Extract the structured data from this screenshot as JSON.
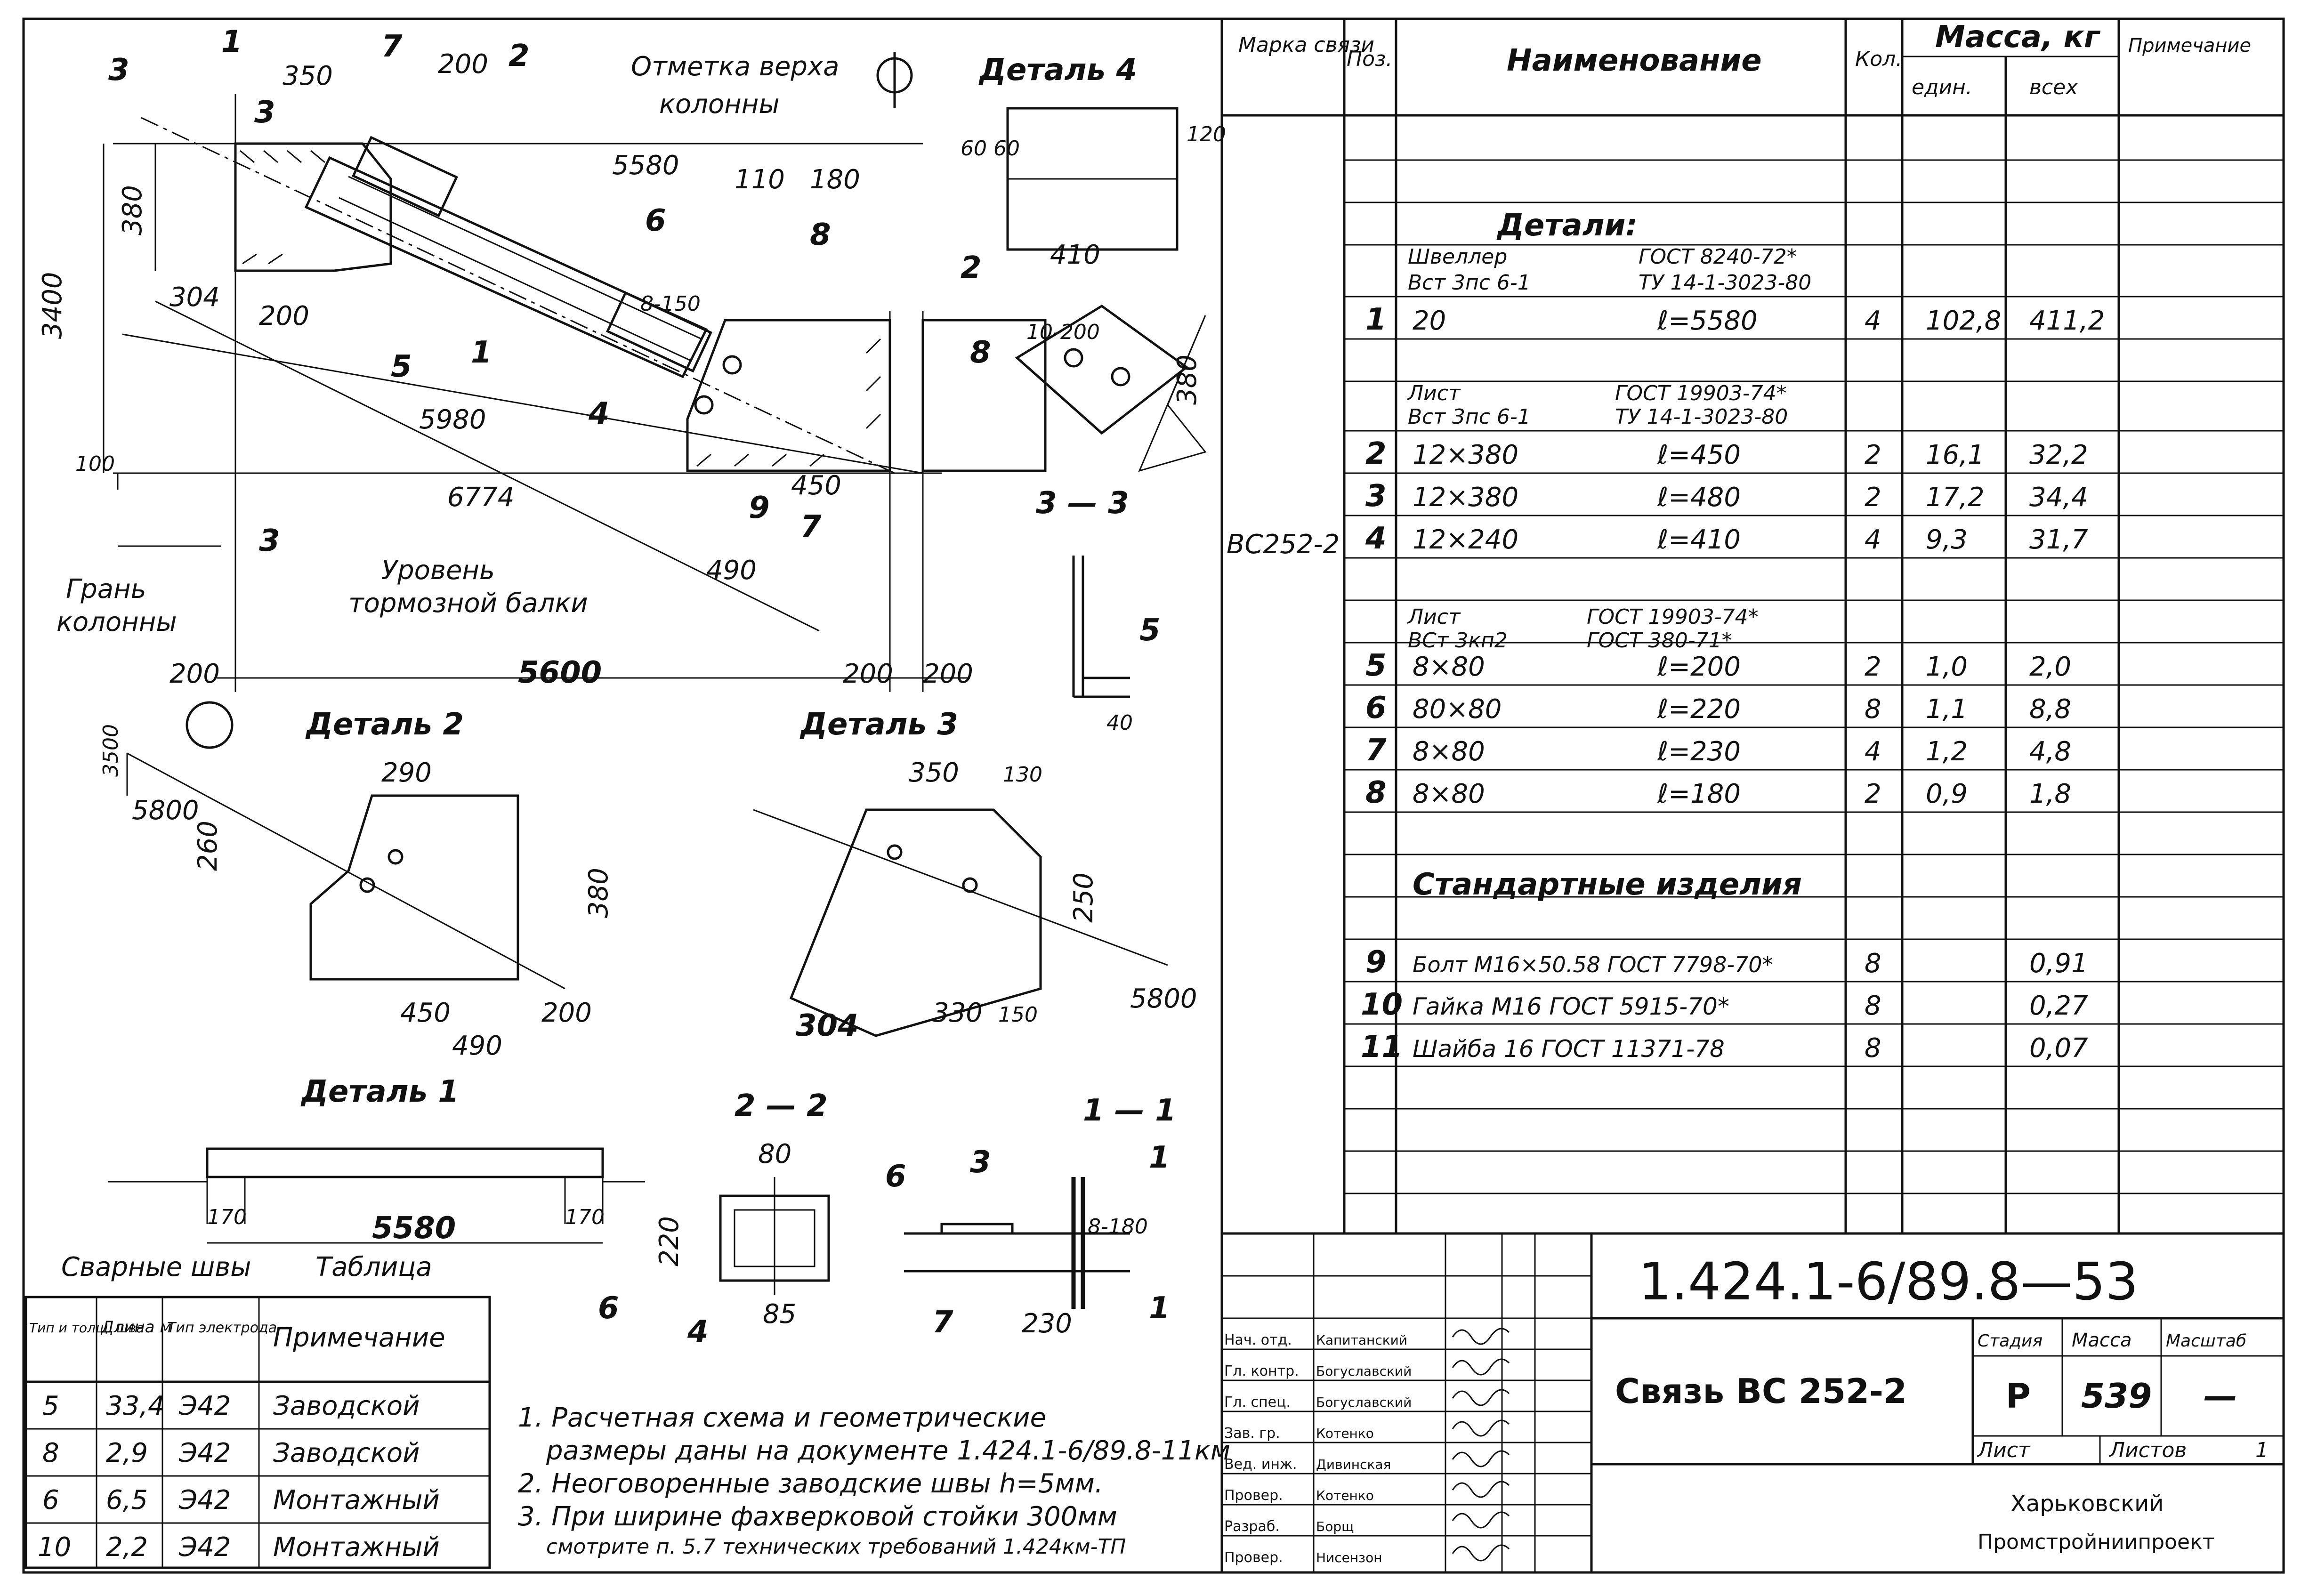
{
  "drawing": {
    "section_marks": {
      "s1_top": "1",
      "s2_top": "2",
      "s3_top": "3",
      "s3_bottom": "3"
    },
    "labels": {
      "column_top": "Отметка верха",
      "column_top_2": "колонны",
      "column_face": "Грань",
      "column_face_2": "колонны",
      "brake_beam": "Уровень",
      "brake_beam_2": "тормозной балки",
      "detail4": "Деталь 4",
      "detail2": "Деталь 2",
      "detail3": "Деталь 3",
      "detail1": "Деталь 1",
      "section33": "3 — 3",
      "section22": "2 — 2",
      "section11": "1 — 1"
    },
    "dims": {
      "d350": "350",
      "d200a": "200",
      "d5580": "5580",
      "d380": "380",
      "d3400": "3400",
      "d304": "304",
      "d200b": "200",
      "d5980": "5980",
      "d6774": "6774",
      "d110": "110",
      "d180": "180",
      "d450": "450",
      "d490": "490",
      "d100": "100",
      "d200c": "200",
      "d5600": "5600",
      "d200d": "200",
      "d200e": "200",
      "d40": "40",
      "d410": "410",
      "d120": "120",
      "d6060": "60 60",
      "d380b": "380",
      "d290": "290",
      "d3500": "3500",
      "d5800": "5800",
      "d260": "260",
      "d380c": "380",
      "d450b": "450",
      "d200f": "200",
      "d490b": "490",
      "d350b": "350",
      "d130": "130",
      "d250": "250",
      "d304b": "304",
      "d330": "330",
      "d150": "150",
      "d5580b": "5580",
      "d170a": "170",
      "d170b": "170",
      "d80": "80",
      "d220": "220",
      "d85": "85",
      "d230": "230",
      "d8180": "8-180",
      "d8150": "8-150",
      "d10200": "10-200"
    },
    "pos_marks": [
      "1",
      "2",
      "3",
      "4",
      "5",
      "6",
      "7",
      "8",
      "9"
    ],
    "weld_marks": [
      "6",
      "6",
      "6",
      "5",
      "8"
    ]
  },
  "weld_table": {
    "title_left": "Сварные швы",
    "title_right": "Таблица",
    "headers": [
      "Тип и толщ. шва",
      "Длина м",
      "Тип электрода",
      "Примечание"
    ],
    "rows": [
      [
        "5",
        "33,4",
        "Э42",
        "Заводской"
      ],
      [
        "8",
        "2,9",
        "Э42",
        "Заводской"
      ],
      [
        "6",
        "6,5",
        "Э42",
        "Монтажный"
      ],
      [
        "10",
        "2,2",
        "Э42",
        "Монтажный"
      ]
    ]
  },
  "notes": [
    "1. Расчетная схема и геометрические",
    "размеры даны на документе 1.424.1-6/89.8-11км",
    "2. Неоговоренные заводские швы h=5мм.",
    "3. При ширине фахверковой стойки 300мм",
    "смотрите п. 5.7 технических требований 1.424км-ТП"
  ],
  "spec": {
    "headers": {
      "mark": "Марка связи",
      "pos": "Поз.",
      "name": "Наименование",
      "qty": "Кол.",
      "mass": "Масса, кг",
      "unit": "един.",
      "all": "всех",
      "note": "Примечание"
    },
    "mark": "ВС252-2",
    "details_title": "Детали:",
    "channel": {
      "name": "Швеллер",
      "grade": "Вст 3пс 6-1",
      "gost": "ГОСТ 8240-72*",
      "tu": "ТУ 14-1-3023-80"
    },
    "sheet1": {
      "name": "Лист",
      "grade": "Вст 3пс 6-1",
      "gost": "ГОСТ 19903-74*",
      "tu": "ТУ 14-1-3023-80"
    },
    "sheet2": {
      "name": "Лист",
      "grade": "ВСт 3кп2",
      "gost": "ГОСТ 19903-74*",
      "tu": "ГОСТ 380-71*"
    },
    "std_title": "Стандартные изделия",
    "rows": [
      {
        "pos": "1",
        "name": "20",
        "len": "ℓ=5580",
        "qty": "4",
        "unit": "102,8",
        "all": "411,2"
      },
      {
        "pos": "2",
        "name": "12×380",
        "len": "ℓ=450",
        "qty": "2",
        "unit": "16,1",
        "all": "32,2"
      },
      {
        "pos": "3",
        "name": "12×380",
        "len": "ℓ=480",
        "qty": "2",
        "unit": "17,2",
        "all": "34,4"
      },
      {
        "pos": "4",
        "name": "12×240",
        "len": "ℓ=410",
        "qty": "4",
        "unit": "9,3",
        "all": "31,7"
      },
      {
        "pos": "5",
        "name": "8×80",
        "len": "ℓ=200",
        "qty": "2",
        "unit": "1,0",
        "all": "2,0"
      },
      {
        "pos": "6",
        "name": "80×80",
        "len": "ℓ=220",
        "qty": "8",
        "unit": "1,1",
        "all": "8,8"
      },
      {
        "pos": "7",
        "name": "8×80",
        "len": "ℓ=230",
        "qty": "4",
        "unit": "1,2",
        "all": "4,8"
      },
      {
        "pos": "8",
        "name": "8×80",
        "len": "ℓ=180",
        "qty": "2",
        "unit": "0,9",
        "all": "1,8"
      },
      {
        "pos": "9",
        "name": "Болт М16×50.58  ГОСТ 7798-70*",
        "len": "",
        "qty": "8",
        "unit": "",
        "all": "0,91"
      },
      {
        "pos": "10",
        "name": "Гайка М16  ГОСТ 5915-70*",
        "len": "",
        "qty": "8",
        "unit": "",
        "all": "0,27"
      },
      {
        "pos": "11",
        "name": "Шайба 16  ГОСТ 11371-78",
        "len": "",
        "qty": "8",
        "unit": "",
        "all": "0,07"
      }
    ]
  },
  "title_block": {
    "doc_code": "1.424.1-6/89.8—53",
    "title": "Связь ВС 252-2",
    "stage_h": "Стадия",
    "mass_h": "Масса",
    "scale_h": "Масштаб",
    "stage": "Р",
    "mass": "539",
    "scale": "—",
    "sheet_h": "Лист",
    "sheets_h": "Листов",
    "sheets": "1",
    "org1": "Харьковский",
    "org2": "Промстройниипроект",
    "people": [
      [
        "Нач. отд.",
        "Капитанский"
      ],
      [
        "Гл. контр.",
        "Богуславский"
      ],
      [
        "Гл. спец.",
        "Богуславский"
      ],
      [
        "Зав. гр.",
        "Котенко"
      ],
      [
        "Вед. инж.",
        "Дивинская"
      ],
      [
        "Провер.",
        "Котенко"
      ],
      [
        "Разраб.",
        "Борщ"
      ],
      [
        "Провер.",
        "Нисензон"
      ]
    ]
  }
}
